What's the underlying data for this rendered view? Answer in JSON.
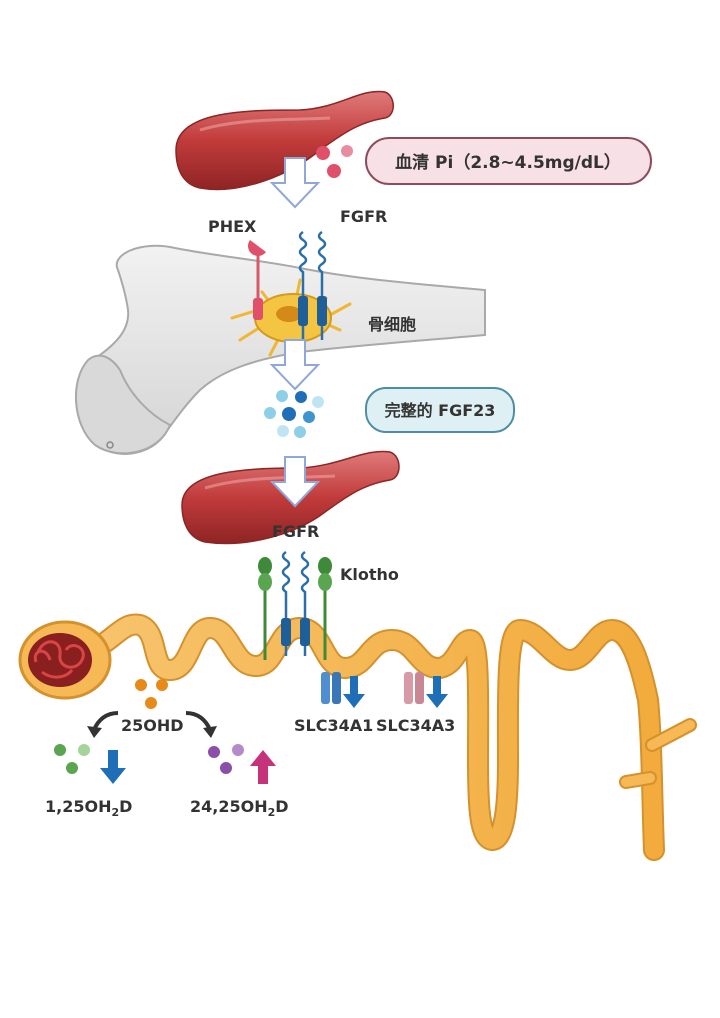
{
  "labels": {
    "serum_pi": "血清 Pi（2.8~4.5mg/dL）",
    "phex": "PHEX",
    "fgfr_bone": "FGFR",
    "osteocyte": "骨细胞",
    "intact_fgf23": "完整的 FGF23",
    "fgfr_kidney": "FGFR",
    "klotho": "Klotho",
    "slc34a1": "SLC34A1",
    "slc34a3": "SLC34A3",
    "ohd25": "25OHD",
    "oh2d_125_main": "1,25OH",
    "oh2d_125_sub": "2",
    "oh2d_125_tail": "D",
    "oh2d_2425_main": "24,25OH",
    "oh2d_2425_sub": "2",
    "oh2d_2425_tail": "D"
  },
  "colors": {
    "vessel": "#c23b3b",
    "vessel_highlight": "#e98a8a",
    "bone": "#e7e7e7",
    "bone_outline": "#bdbdbd",
    "osteocyte": "#f4c542",
    "nephron": "#f6b955",
    "nephron_outline": "#d4912c",
    "arrow_blue": "#1f6fb8",
    "arrow_pink": "#c7337a",
    "serum_box_fill": "#f7e1e6",
    "serum_box_stroke": "#8e4b5b",
    "fgf23_box_fill": "#dff0f4",
    "fgf23_box_stroke": "#4d8ea3",
    "receptor_blue": "#2a6fa8",
    "klotho_green": "#3f8a3a",
    "slc34a1": "#4f8fd1",
    "slc34a3": "#d89aa8"
  },
  "icons": {
    "down_arrow_open": "hollow-down-arrow-icon",
    "down_arrow": "blue-down-arrow-icon",
    "up_arrow": "pink-up-arrow-icon",
    "curved_arrow": "curved-arrow-icon"
  }
}
